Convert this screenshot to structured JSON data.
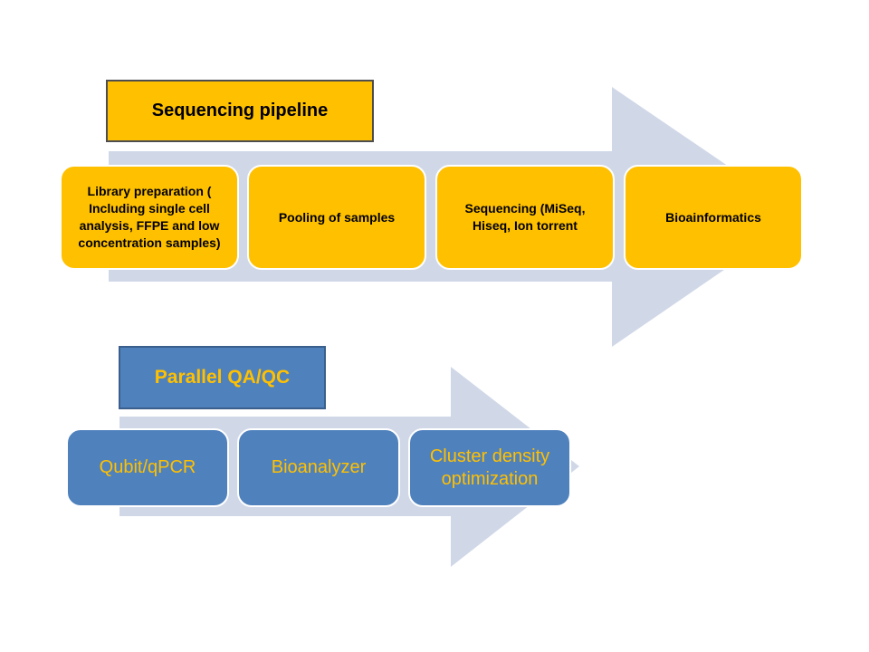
{
  "sequencing_pipeline": {
    "title": "Sequencing pipeline",
    "steps": [
      {
        "label": "Library preparation ( Including single cell analysis, FFPE and low concentration samples)"
      },
      {
        "label": "Pooling of samples"
      },
      {
        "label": "Sequencing (MiSeq, Hiseq, Ion torrent"
      },
      {
        "label": "Bioainformatics"
      }
    ]
  },
  "parallel_qa_qc": {
    "title": "Parallel QA/QC",
    "steps": [
      {
        "label": "Qubit/qPCR"
      },
      {
        "label": "Bioanalyzer"
      },
      {
        "label": "Cluster  density optimization"
      }
    ]
  },
  "colors": {
    "arrow": "#D0D8E8",
    "yellow_box": "#FFC000",
    "blue_box": "#4F81BD",
    "blue_box_text": "#FFC000"
  }
}
